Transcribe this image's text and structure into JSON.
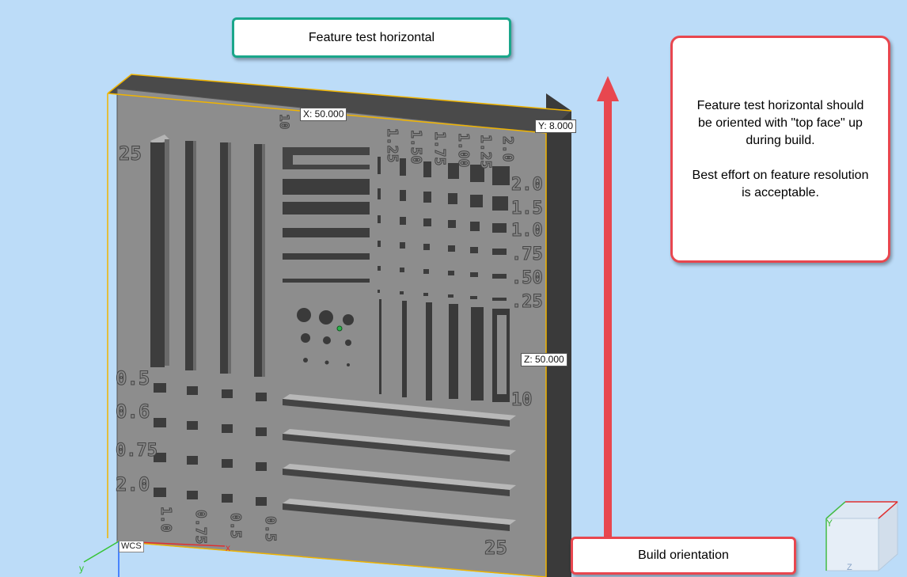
{
  "title_callout": {
    "text": "Feature test horizontal",
    "border_color": "#1aa68a"
  },
  "note_callout": {
    "paragraph1": "Feature test horizontal should\nbe oriented with \"top face\" up\nduring build.",
    "paragraph2": "Best effort on feature resolution\nis acceptable.",
    "border_color": "#e8474f"
  },
  "build_callout": {
    "text": "Build orientation",
    "border_color": "#e8474f"
  },
  "dimensions": {
    "x": "X: 50.000",
    "y": "Y: 8.000",
    "z": "Z: 50.000"
  },
  "wcs_label": "WCS",
  "axis_labels": {
    "x": "x",
    "y": "y",
    "cube_y": "Y",
    "cube_z": "Z"
  },
  "part_labels": {
    "top_row": [
      "1.25",
      "1.50",
      "1.75",
      "1.00",
      "1.25",
      "2.0"
    ],
    "right_col": [
      "2.0",
      "1.5",
      "1.0",
      ".75",
      ".50",
      ".25"
    ],
    "left_col": [
      "0.5",
      "0.6",
      "0.75",
      "2.0"
    ],
    "left_top": "25",
    "slot_right": "10",
    "bottom_col": [
      "1.0",
      "0.75",
      "0.5",
      "0.5"
    ],
    "bottom_right": "25",
    "top_mark": "10"
  },
  "colors": {
    "background": "#bcdcf8",
    "part_face": "#8c8c8c",
    "part_side": "#3c3c3c",
    "bbox": "#f0b400",
    "arrow": "#e8474f"
  }
}
